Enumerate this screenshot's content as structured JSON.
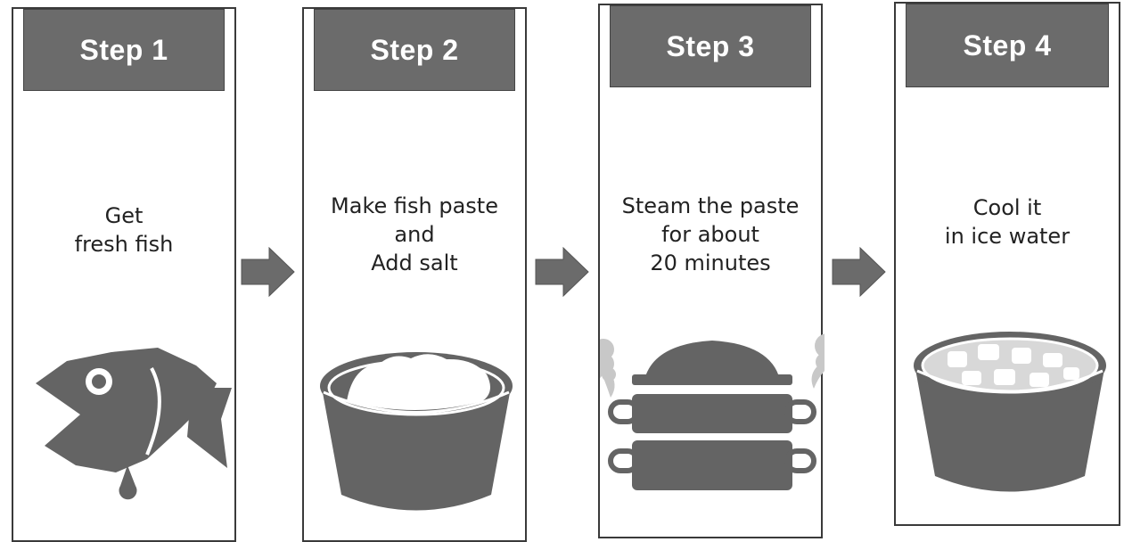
{
  "steps": [
    {
      "title": "Step 1",
      "lines": [
        "Get",
        "fresh fish"
      ]
    },
    {
      "title": "Step 2",
      "lines": [
        "Make fish paste",
        "and",
        "Add salt"
      ]
    },
    {
      "title": "Step 3",
      "lines": [
        "Steam the paste",
        "for about",
        "20 minutes"
      ]
    },
    {
      "title": "Step 4",
      "lines": [
        "Cool it",
        "in ice water"
      ]
    }
  ],
  "colors": {
    "header_fill": "#6b6b6b",
    "illustration_fill": "#646464",
    "steam_fill": "#c8c8c8"
  },
  "icons": [
    "fish-icon",
    "bowl-of-fish-paste-icon",
    "steamer-icon",
    "bowl-of-ice-water-icon",
    "arrow-right-icon"
  ]
}
